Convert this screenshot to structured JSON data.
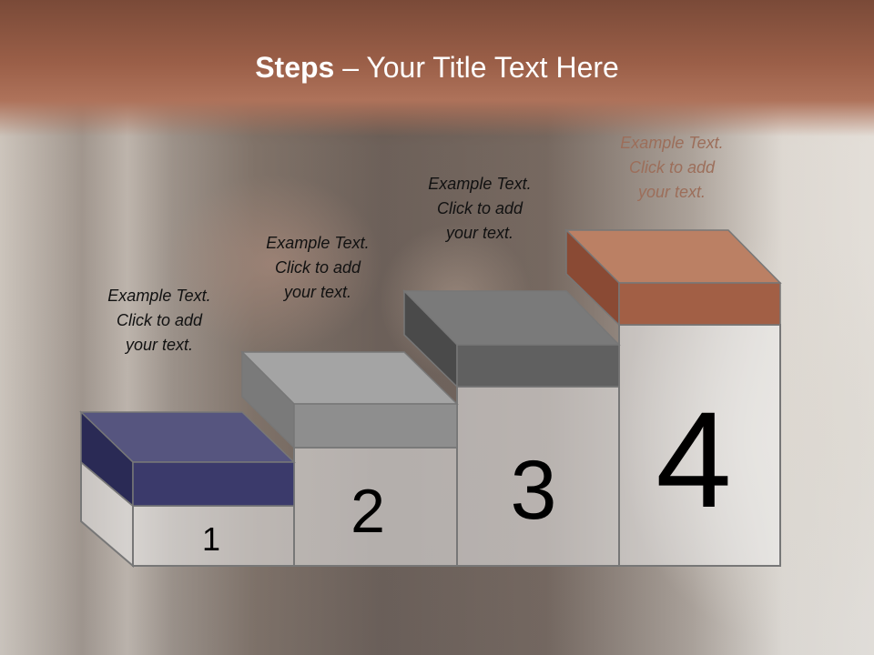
{
  "slide": {
    "title_bold": "Steps",
    "title_rest": " – Your Title Text Here"
  },
  "steps": [
    {
      "number": "1",
      "caption": [
        "Example Text.",
        "Click  to add",
        "your text."
      ],
      "color": "#4f4e7c"
    },
    {
      "number": "2",
      "caption": [
        "Example Text.",
        "Click  to add",
        "your text."
      ],
      "color": "#9a9a9a"
    },
    {
      "number": "3",
      "caption": [
        "Example Text.",
        "Click  to add",
        "your text."
      ],
      "color": "#6b6b6b"
    },
    {
      "number": "4",
      "caption": [
        "Example Text.",
        "Click  to add",
        "your text."
      ],
      "color": "#b16d52"
    }
  ]
}
